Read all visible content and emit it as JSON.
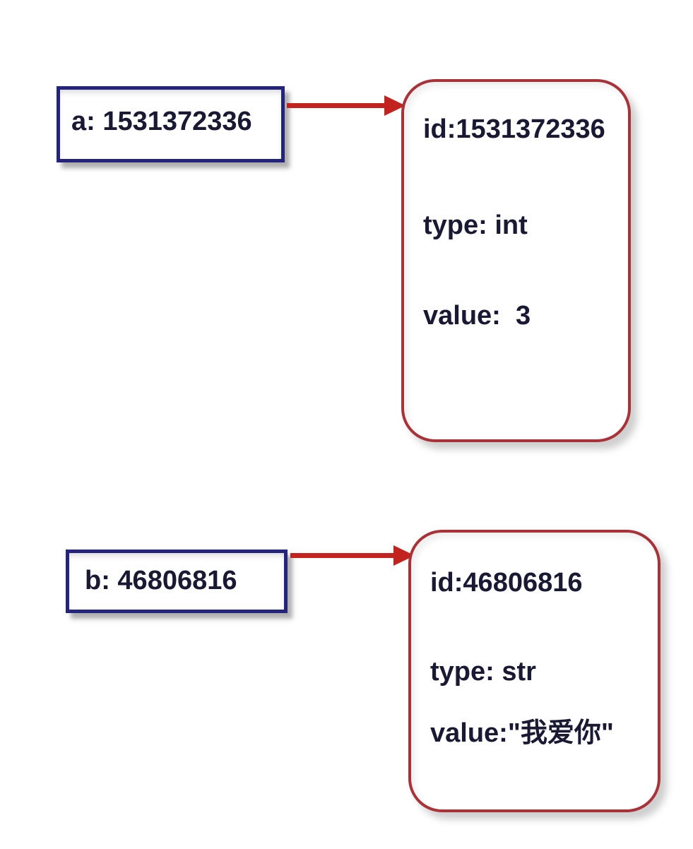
{
  "colors": {
    "variable_border": "#24247c",
    "object_border": "#a93238",
    "arrow": "#c2231e",
    "text": "#191933",
    "background": "#ffffff"
  },
  "diagram": {
    "entries": [
      {
        "variable": {
          "label": "a: 1531372336"
        },
        "object": {
          "id_line": "id:1531372336",
          "type_line": "type: int",
          "value_line": "value:  3"
        }
      },
      {
        "variable": {
          "label": "b: 46806816"
        },
        "object": {
          "id_line": "id:46806816",
          "type_line": "type: str",
          "value_line": "value:\"我爱你\""
        }
      }
    ]
  }
}
